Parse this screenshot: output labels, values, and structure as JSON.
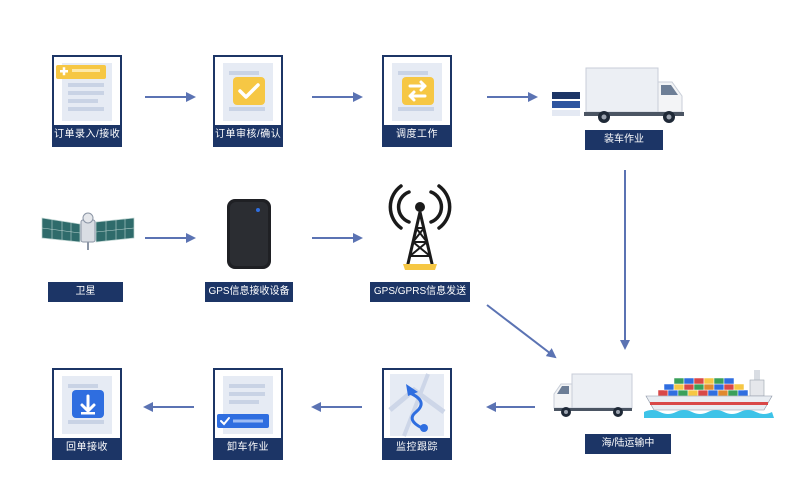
{
  "steps": {
    "order_entry": "订单录入/接收",
    "order_review": "订单审核/确认",
    "dispatch": "调度工作",
    "loading": "装车作业",
    "satellite": "卫星",
    "gps_device": "GPS信息接收设备",
    "gprs_send": "GPS/GPRS信息发送",
    "transport": "海/陆运输中",
    "monitor": "监控跟踪",
    "unloading": "卸车作业",
    "receipt": "回单接收"
  },
  "colors": {
    "navy": "#1c3566",
    "arrow": "#5b73b3",
    "yellow": "#f6c744",
    "blue": "#2f6ee0"
  },
  "icons": {
    "order_entry": "document-plus-icon",
    "order_review": "document-check-icon",
    "dispatch": "document-swap-icon",
    "monitor": "map-route-icon",
    "unloading": "document-check-icon",
    "receipt": "document-download-icon"
  }
}
